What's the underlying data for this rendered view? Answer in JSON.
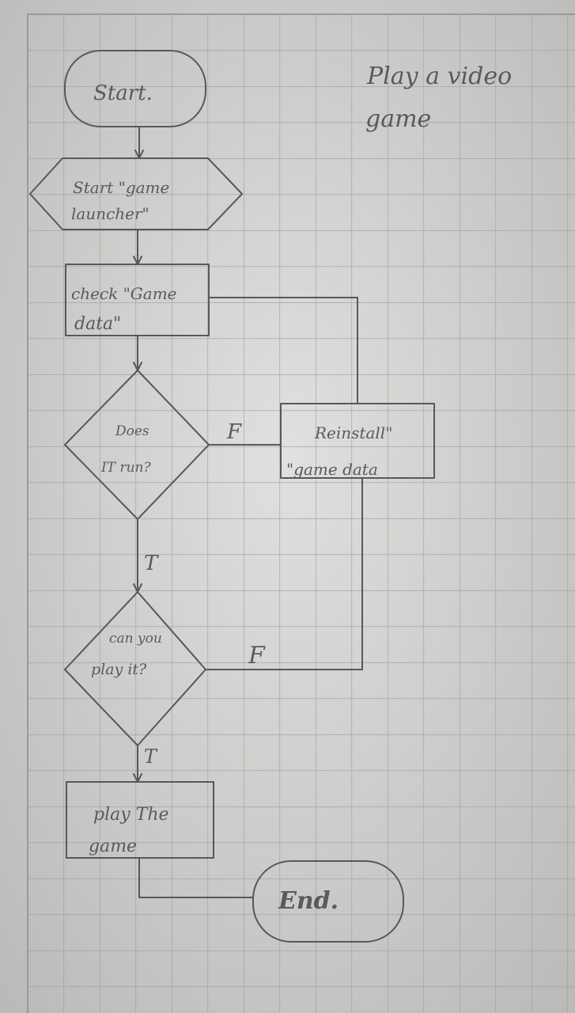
{
  "title": [
    "Play a video",
    "game"
  ],
  "nodes": {
    "start": "Start.",
    "launcher": [
      "Start \"game",
      "launcher\""
    ],
    "check": [
      "check \"Game",
      "data\""
    ],
    "does_it_run": [
      "Does",
      "IT run?"
    ],
    "reinstall": [
      "Reinstall\"",
      "\"game data"
    ],
    "can_you_play": [
      "can you",
      "play it?"
    ],
    "play": [
      "play The",
      "game"
    ],
    "end": "End."
  },
  "edges": {
    "run_false": "F",
    "run_true": "T",
    "play_false": "F",
    "play_true": "T"
  },
  "colors": {
    "paper": "#d4d4d2",
    "grid": "#9e9e9e",
    "pencil": "#555555"
  }
}
